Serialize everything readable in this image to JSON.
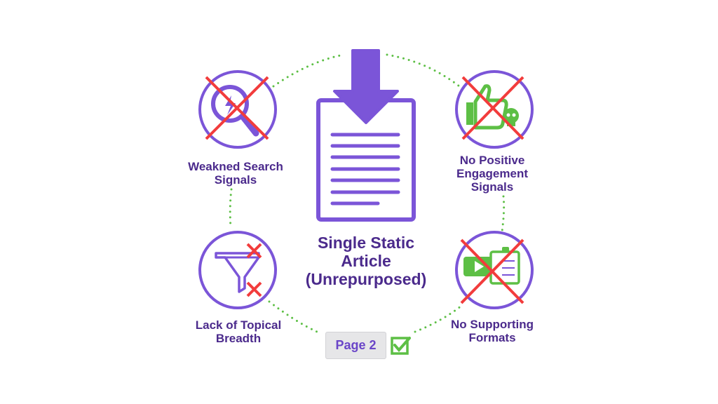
{
  "center": {
    "title_line1": "Single Static",
    "title_line2": "Article",
    "title_line3": "(Unrepurposed)",
    "icon": "document-download-icon"
  },
  "nodes": [
    {
      "line1": "Weakned Search",
      "line2": "Signals",
      "icon": "magnifier-lightning-icon",
      "status": "crossed-out"
    },
    {
      "line1": "No Positive",
      "line2": "Engagement",
      "line3": "Signals",
      "icon": "thumbs-up-skull-icon",
      "status": "crossed-out"
    },
    {
      "line1": "Lack of Topical",
      "line2": "Breadth",
      "icon": "funnel-icon",
      "status": "partial-x"
    },
    {
      "line1": "No Supporting",
      "line2": "Formats",
      "icon": "video-checklist-icon",
      "status": "crossed-out"
    }
  ],
  "page_button": {
    "label": "Page 2",
    "icon": "checkbox-checked-icon"
  },
  "colors": {
    "purple": "#7b55d8",
    "text": "#4b2a8c",
    "red": "#f23c3c",
    "green": "#5dbf45"
  }
}
